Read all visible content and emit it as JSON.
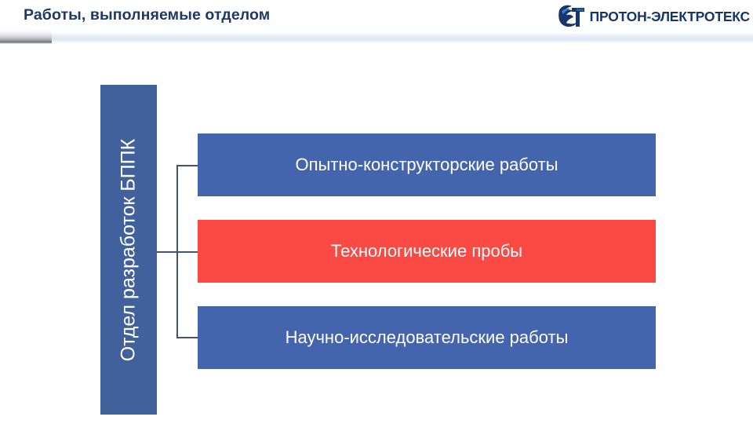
{
  "slide": {
    "title": "Работы, выполняемые отделом"
  },
  "brand": {
    "mark_icon": "et-monogram-icon",
    "wordmark": "ПРОТОН-ЭЛЕКТРОТЕКС",
    "mark_color": "#15356b",
    "mark_accent_color": "#3e7fc1"
  },
  "diagram": {
    "type": "hierarchy",
    "category": {
      "label": "Отдел разработок БППК",
      "color": "#41619c",
      "text_color": "#ffffff",
      "orientation": "vertical"
    },
    "connector_color": "#44546a",
    "nodes": [
      {
        "label": "Опытно-конструкторские работы",
        "color": "#4465ae",
        "text_color": "#ffffff"
      },
      {
        "label": "Технологические пробы",
        "color": "#fa4a43",
        "text_color": "#ffffff"
      },
      {
        "label": "Научно-исследовательские работы",
        "color": "#4465ae",
        "text_color": "#ffffff"
      }
    ]
  }
}
